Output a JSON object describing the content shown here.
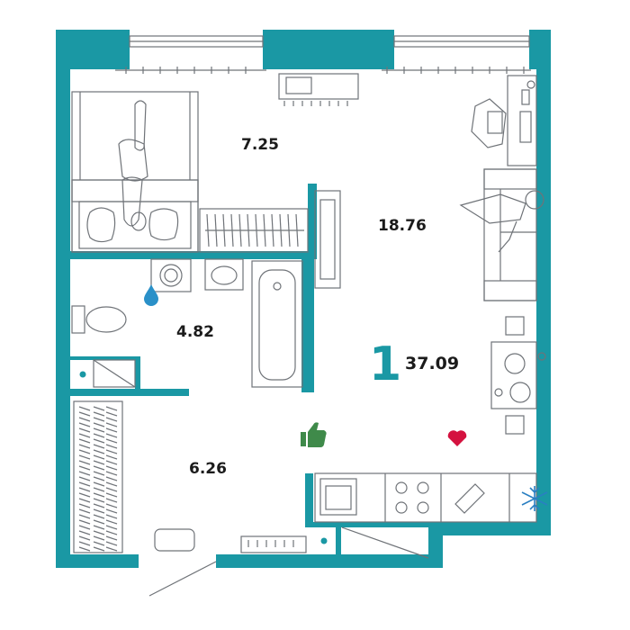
{
  "colors": {
    "wall": "#1a98a4",
    "outline": "#6f7378",
    "light": "#f4f4f4",
    "drop": "#2a90c8",
    "heart": "#d4123f",
    "thumb": "#3f8a4a",
    "snow": "#2a7fc2",
    "text": "#1b1b1b"
  },
  "plan": {
    "rooms_count": "1",
    "total_area": "37.09",
    "rooms": [
      {
        "name": "bedroom-area",
        "area": "7.25"
      },
      {
        "name": "living-area",
        "area": "18.76"
      },
      {
        "name": "bathroom-area",
        "area": "4.82"
      },
      {
        "name": "hallway-area",
        "area": "6.26"
      }
    ]
  },
  "icons": [
    "water-drop-icon",
    "thumbs-up-icon",
    "heart-icon",
    "snowflake-icon"
  ]
}
